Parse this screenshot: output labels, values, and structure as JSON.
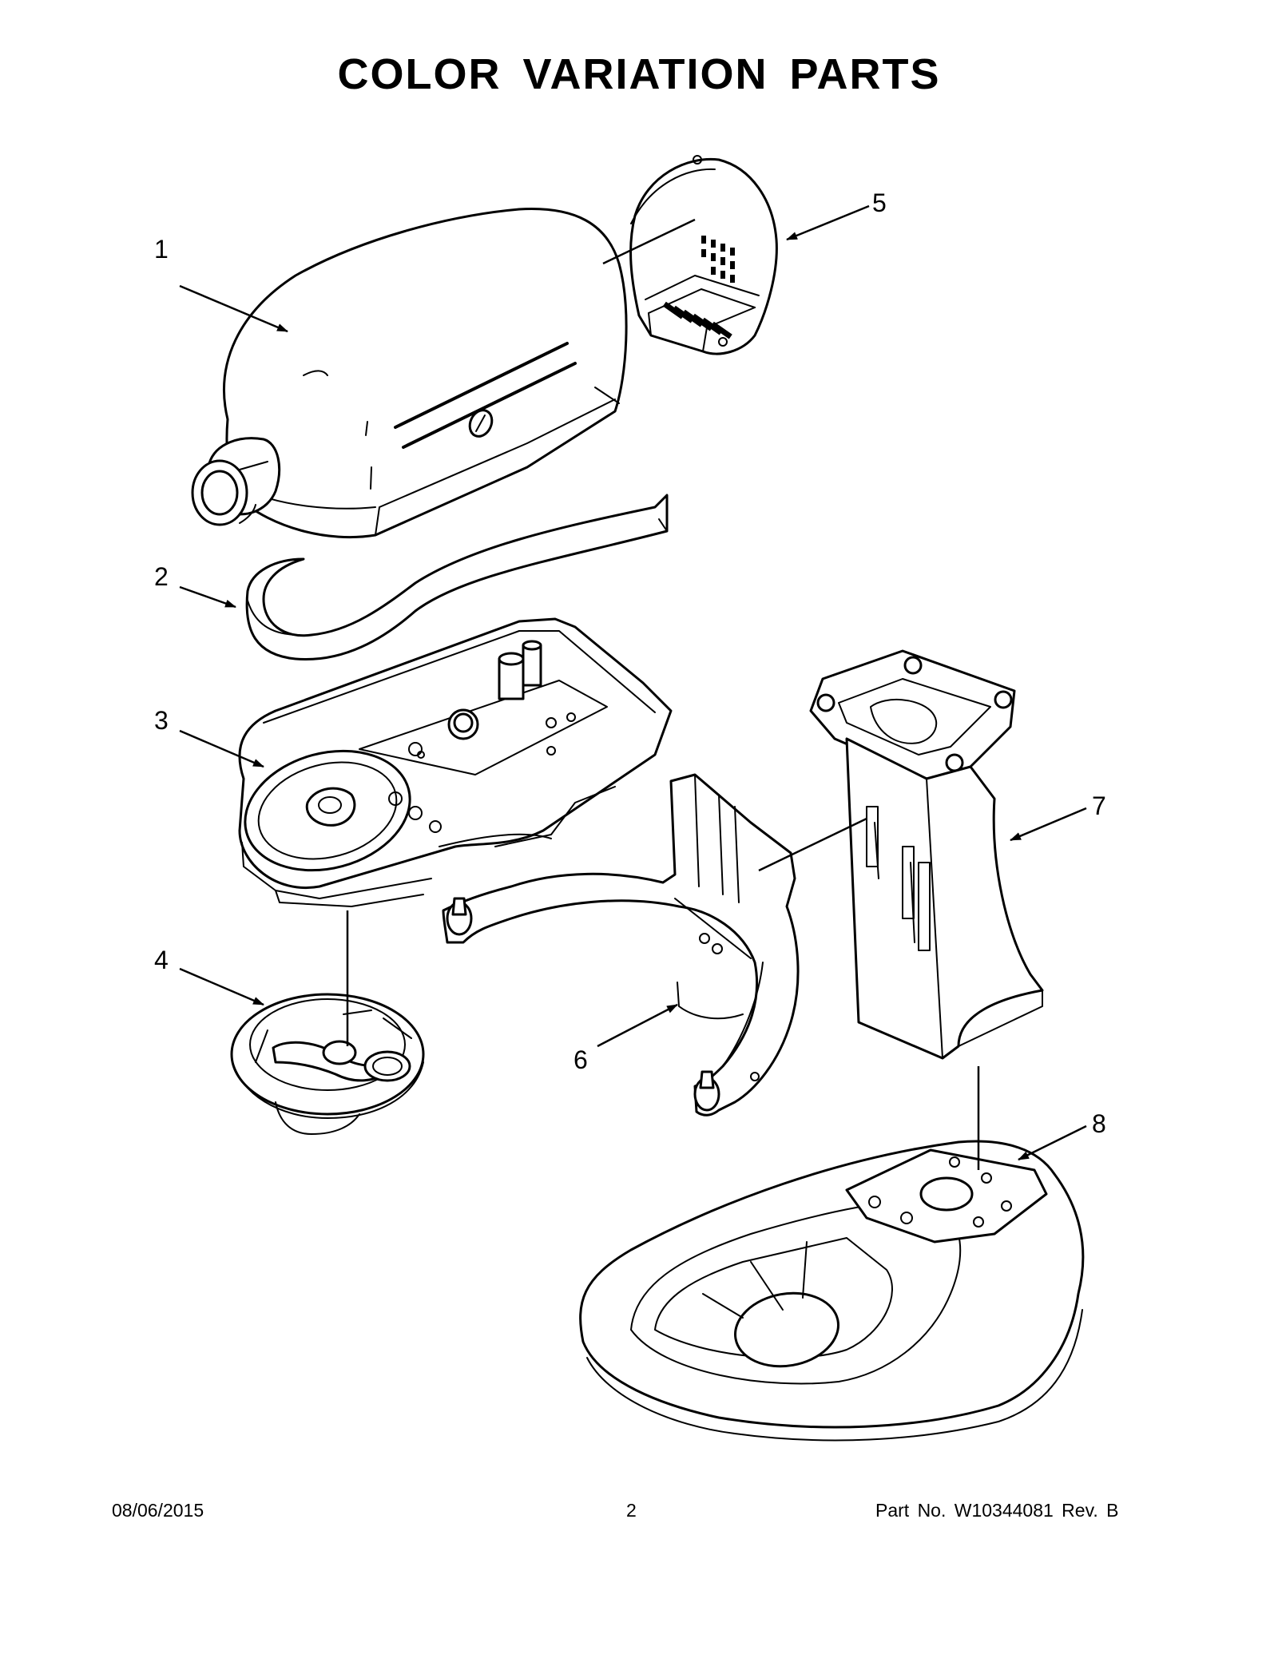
{
  "title": "COLOR VARIATION PARTS",
  "callouts": {
    "p1": "1",
    "p2": "2",
    "p3": "3",
    "p4": "4",
    "p5": "5",
    "p6": "6",
    "p7": "7",
    "p8": "8"
  },
  "footer": {
    "date": "08/06/2015",
    "page": "2",
    "part_number": "Part No.  W10344081  Rev.  B"
  }
}
